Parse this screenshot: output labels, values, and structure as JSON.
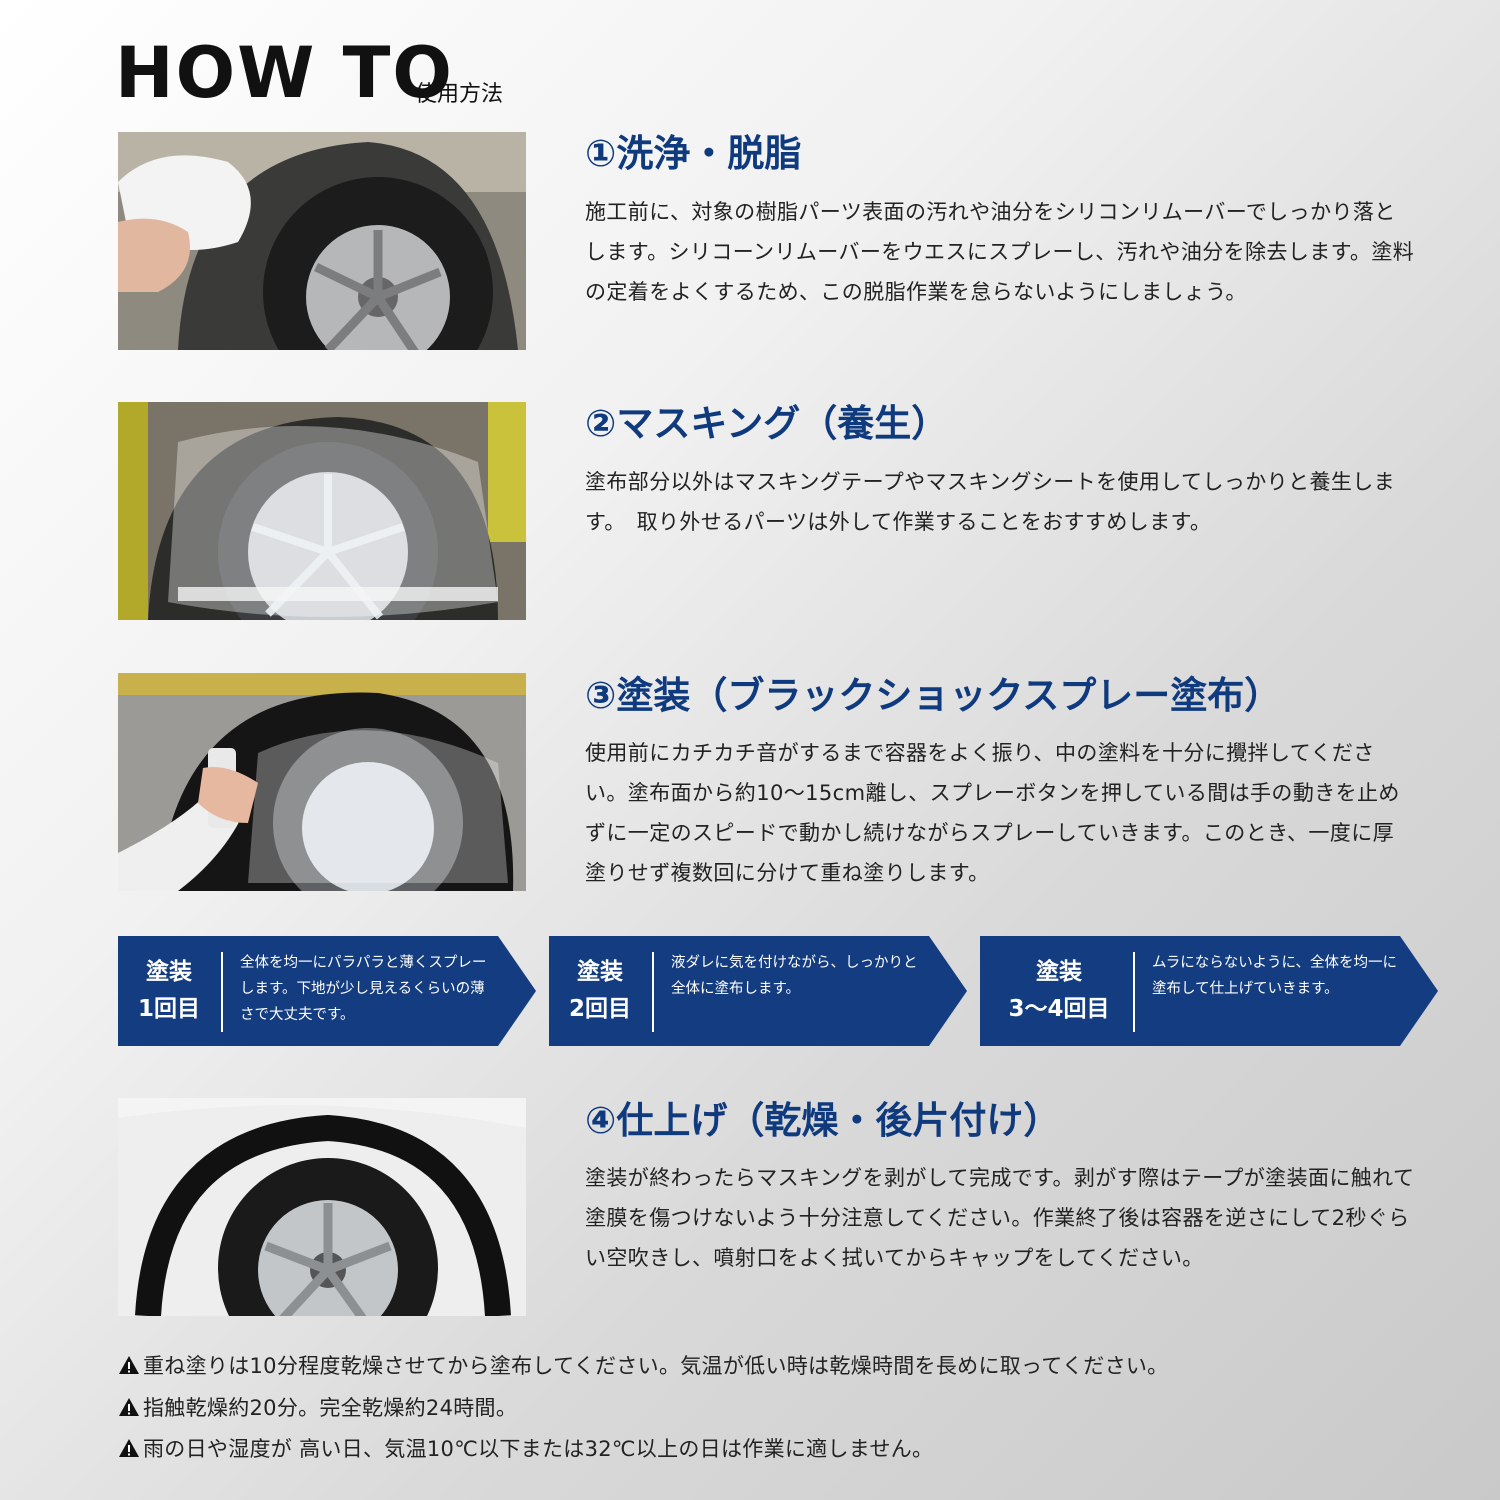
{
  "header": {
    "title": "HOW TO",
    "subtitle": "使用方法"
  },
  "steps": [
    {
      "title": "①洗浄・脱脂",
      "body": "施工前に、対象の樹脂パーツ表面の汚れや油分をシリコンリムーバーでしっかり落とします。シリコーンリムーバーをウエスにスプレーし、汚れや油分を除去します。塗料の定着をよくするため、この脱脂作業を怠らないようにしましょう。"
    },
    {
      "title": "②マスキング（養生）",
      "body": "塗布部分以外はマスキングテープやマスキングシートを使用してしっかりと養生します。　取り外せるパーツは外して作業することをおすすめします。"
    },
    {
      "title": "③塗装（ブラックショックスプレー塗布）",
      "body": "使用前にカチカチ音がするまで容器をよく振り、中の塗料を十分に攪拌してください。塗布面から約10～15cm離し、スプレーボタンを押している間は手の動きを止めずに一定のスピードで動かし続けながらスプレーしていきます。このとき、一度に厚塗りせず複数回に分けて重ね塗りします。"
    },
    {
      "title": "④仕上げ（乾燥・後片付け）",
      "body": "塗装が終わったらマスキングを剥がして完成です。剥がす際はテープが塗装面に触れて塗膜を傷つけないよう十分注意してください。作業終了後は容器を逆さにして2秒ぐらい空吹きし、噴射口をよく拭いてからキャップをしてください。"
    }
  ],
  "coats": [
    {
      "label1": "塗装",
      "label2": "1回目",
      "desc": "全体を均一にパラパラと薄くスプレーします。下地が少し見えるくらいの薄さで大丈夫です。"
    },
    {
      "label1": "塗装",
      "label2": "2回目",
      "desc": "液ダレに気を付けながら、しっかりと全体に塗布します。"
    },
    {
      "label1": "塗装",
      "label2": "3～4回目",
      "desc": "ムラにならないように、全体を均一に塗布して仕上げていきます。"
    }
  ],
  "notes": [
    "重ね塗りは10分程度乾燥させてから塗布してください。気温が低い時は乾燥時間を長めに取ってください。",
    "指触乾燥約20分。完全乾燥約24時間。",
    "雨の日や湿度が 高い日、気温10℃以下または32℃以上の日は作業に適しません。"
  ],
  "colors": {
    "accent": "#0f3a7e",
    "band": "#143c80"
  },
  "icons": {
    "photos": "tire-photo",
    "warning": "warning-icon"
  }
}
